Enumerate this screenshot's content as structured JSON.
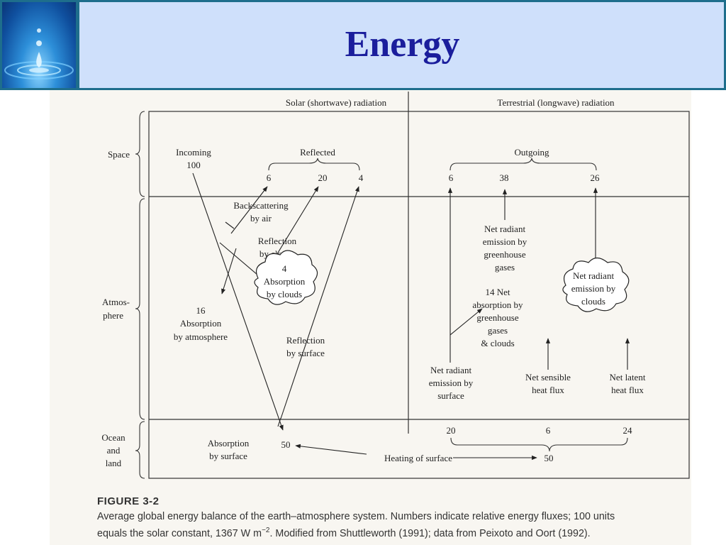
{
  "slide": {
    "title": "Energy"
  },
  "diagram": {
    "solar_header": "Solar (shortwave) radiation",
    "terrestrial_header": "Terrestrial (longwave) radiation",
    "zones": {
      "space": "Space",
      "atmosphere_1": "Atmos-",
      "atmosphere_2": "phere",
      "ocean_1": "Ocean",
      "ocean_2": "and",
      "ocean_3": "land"
    },
    "incoming": {
      "label": "Incoming",
      "value": "100"
    },
    "reflected": {
      "label": "Reflected",
      "values": [
        "6",
        "20",
        "4"
      ]
    },
    "outgoing": {
      "label": "Outgoing",
      "values": [
        "6",
        "38",
        "26"
      ]
    },
    "backscattering": [
      "Backscattering",
      "by air"
    ],
    "reflection_clouds": [
      "Reflection",
      "by clouds"
    ],
    "absorption_clouds": [
      "4",
      "Absorption",
      "by clouds"
    ],
    "absorption_atmosphere": [
      "16",
      "Absorption",
      "by atmosphere"
    ],
    "reflection_surface": [
      "Reflection",
      "by surface"
    ],
    "net_emission_ghg": [
      "Net radiant",
      "emission by",
      "greenhouse",
      "gases"
    ],
    "net_absorption": [
      "14 Net",
      "absorption by",
      "greenhouse",
      "gases",
      "& clouds"
    ],
    "net_emission_clouds": [
      "Net radiant",
      "emission by",
      "clouds"
    ],
    "net_emission_surface": [
      "Net radiant",
      "emission by",
      "surface"
    ],
    "sensible": [
      "Net sensible",
      "heat flux"
    ],
    "latent": [
      "Net latent",
      "heat flux"
    ],
    "absorption_surface": [
      "Absorption",
      "by surface"
    ],
    "absorption_surface_value": "50",
    "surface_values": [
      "20",
      "6",
      "24"
    ],
    "heating": {
      "label": "Heating of surface",
      "value": "50"
    }
  },
  "caption": {
    "label": "FIGURE 3-2",
    "line1": "Average global energy balance of the earth–atmosphere system. Numbers indicate relative energy fluxes; 100 units",
    "line2_pre": "equals the solar constant, 1367 W m",
    "line2_sup": "−2",
    "line2_post": ". Modified from Shuttleworth (1991); data from Peixoto and Oort (1992)."
  }
}
